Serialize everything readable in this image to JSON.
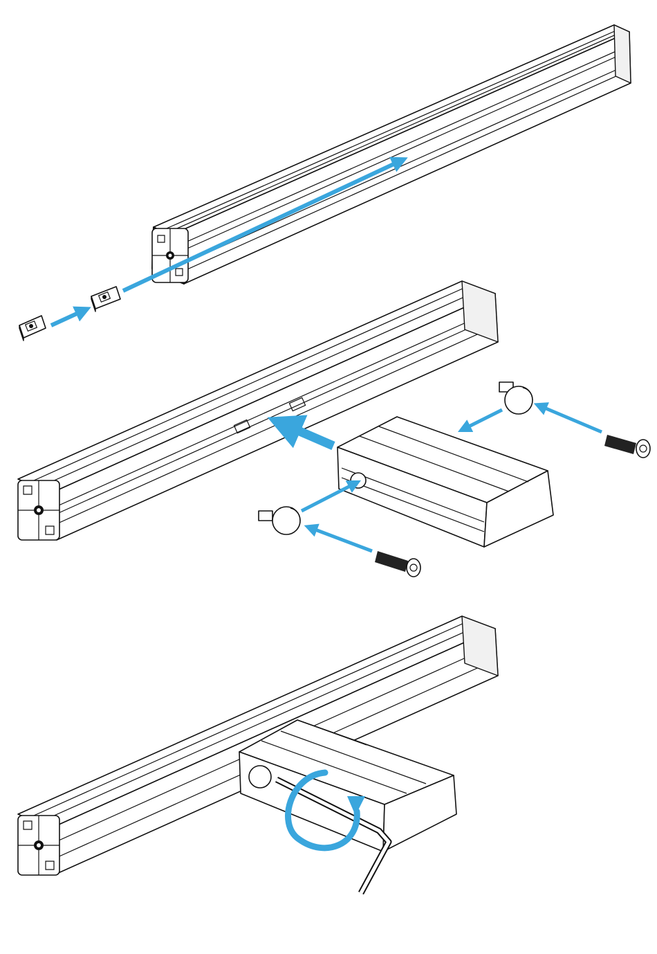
{
  "colors": {
    "background": "#ffffff",
    "line": "#111111",
    "arrow": "#3aa6dd",
    "bolt": "#222222"
  },
  "steps": [
    {
      "name": "slide-in-t-nut"
    },
    {
      "name": "attach-end-connector"
    },
    {
      "name": "tighten-with-hex-key"
    }
  ]
}
